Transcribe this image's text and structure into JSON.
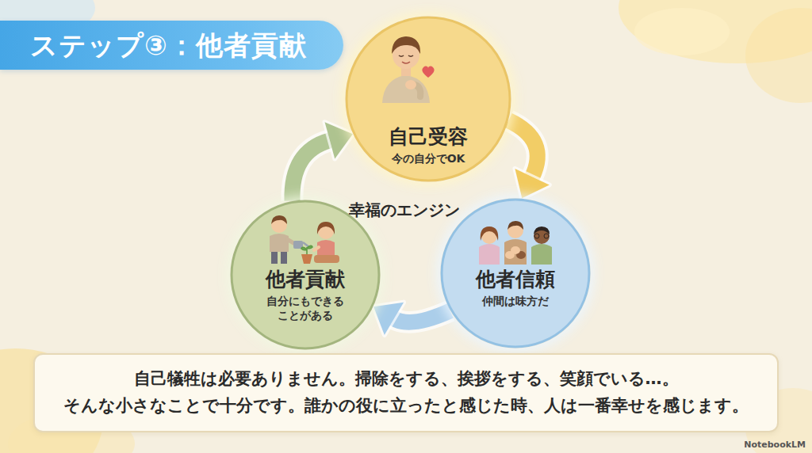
{
  "diagram": {
    "title": "ステップ③：他者貢献",
    "caption": "自己犠牲は必要ありません。掃除をする、挨拶をする、笑顔でいる…。 そんな小さなことで十分です。誰かの役に立ったと感じた時、人は一番幸せを感じます。",
    "nodes": [
      {
        "text": [
          "自己受容",
          "今の自分でOK"
        ]
      },
      {
        "text": [
          "他者信頼",
          "仲間は味方だ"
        ]
      },
      {
        "text": [
          "他者貢献",
          "自分にもできる ことがある"
        ]
      }
    ],
    "edges": [
      {
        "from": 0,
        "to": 1,
        "arrow": "to"
      },
      {
        "from": 1,
        "to": 2,
        "arrow": "to"
      },
      {
        "from": 2,
        "to": 0,
        "arrow": "to"
      }
    ],
    "labels": [
      "幸福のエンジン",
      "NotebookLM"
    ]
  }
}
